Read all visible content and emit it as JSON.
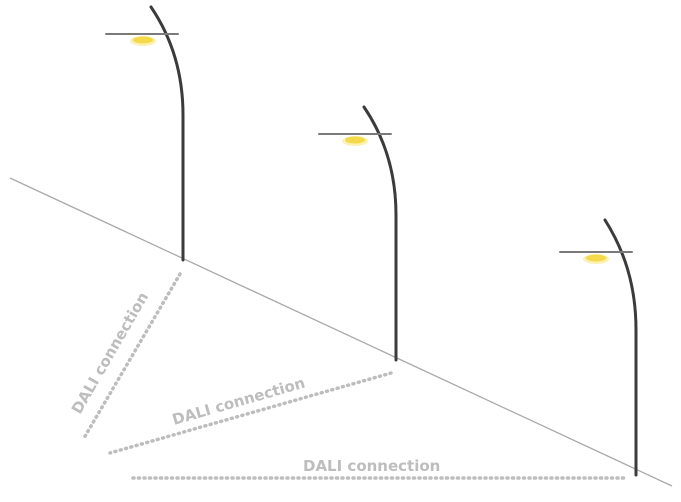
{
  "connections": [
    {
      "label": "DALI connection"
    },
    {
      "label": "DALI connection"
    },
    {
      "label": "DALI connection"
    }
  ],
  "colors": {
    "ground": "#a9a9a9",
    "pole": "#3b3b3b",
    "lamp": "#f4d94a",
    "connection": "#bdbdbd"
  }
}
